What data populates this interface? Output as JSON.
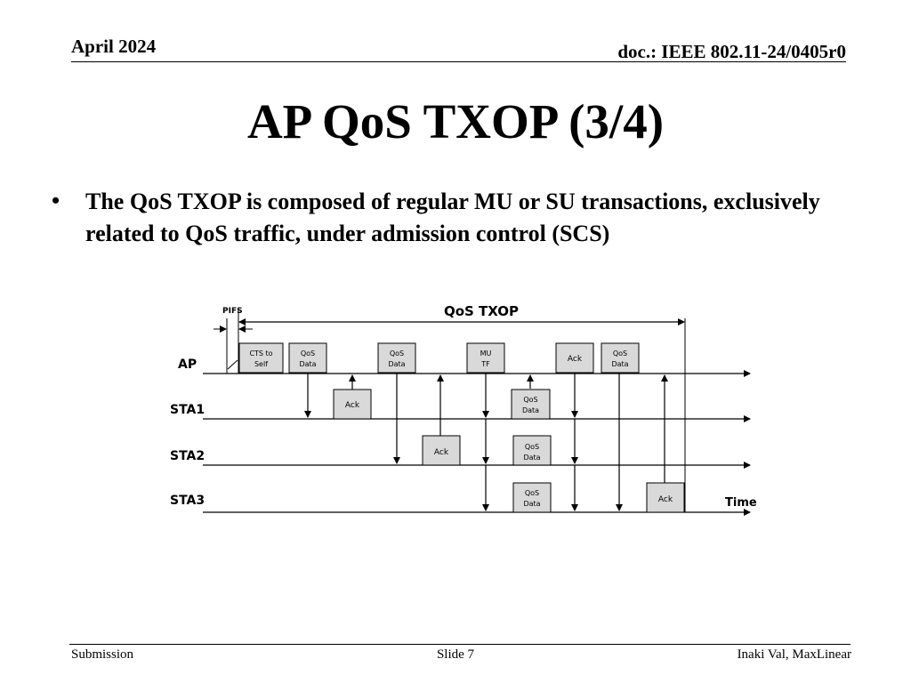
{
  "header": {
    "date": "April 2024",
    "doc_id": "doc.: IEEE 802.11-24/0405r0"
  },
  "slide": {
    "title": "AP QoS TXOP (3/4)",
    "bullet_marker": "•",
    "bullet_text": "The QoS TXOP is composed of regular MU or SU transactions, exclusively related to QoS traffic, under admission control (SCS)"
  },
  "diagram": {
    "pifs_label": "PIFS",
    "txop_label": "QoS TXOP",
    "time_label": "Time",
    "lanes": [
      "AP",
      "STA1",
      "STA2",
      "STA3"
    ],
    "frames": [
      {
        "lane": "AP",
        "lines": [
          "CTS to",
          "Self"
        ]
      },
      {
        "lane": "AP",
        "lines": [
          "QoS",
          "Data"
        ]
      },
      {
        "lane": "AP",
        "lines": [
          "QoS",
          "Data"
        ]
      },
      {
        "lane": "AP",
        "lines": [
          "MU",
          "TF"
        ]
      },
      {
        "lane": "AP",
        "lines": [
          "Ack"
        ]
      },
      {
        "lane": "AP",
        "lines": [
          "QoS",
          "Data"
        ]
      },
      {
        "lane": "STA1",
        "lines": [
          "Ack"
        ]
      },
      {
        "lane": "STA1",
        "lines": [
          "QoS",
          "Data"
        ]
      },
      {
        "lane": "STA2",
        "lines": [
          "Ack"
        ]
      },
      {
        "lane": "STA2",
        "lines": [
          "QoS",
          "Data"
        ]
      },
      {
        "lane": "STA3",
        "lines": [
          "QoS",
          "Data"
        ]
      },
      {
        "lane": "STA3",
        "lines": [
          "Ack"
        ]
      }
    ]
  },
  "footer": {
    "left": "Submission",
    "center": "Slide 7",
    "right": "Inaki Val, MaxLinear"
  }
}
